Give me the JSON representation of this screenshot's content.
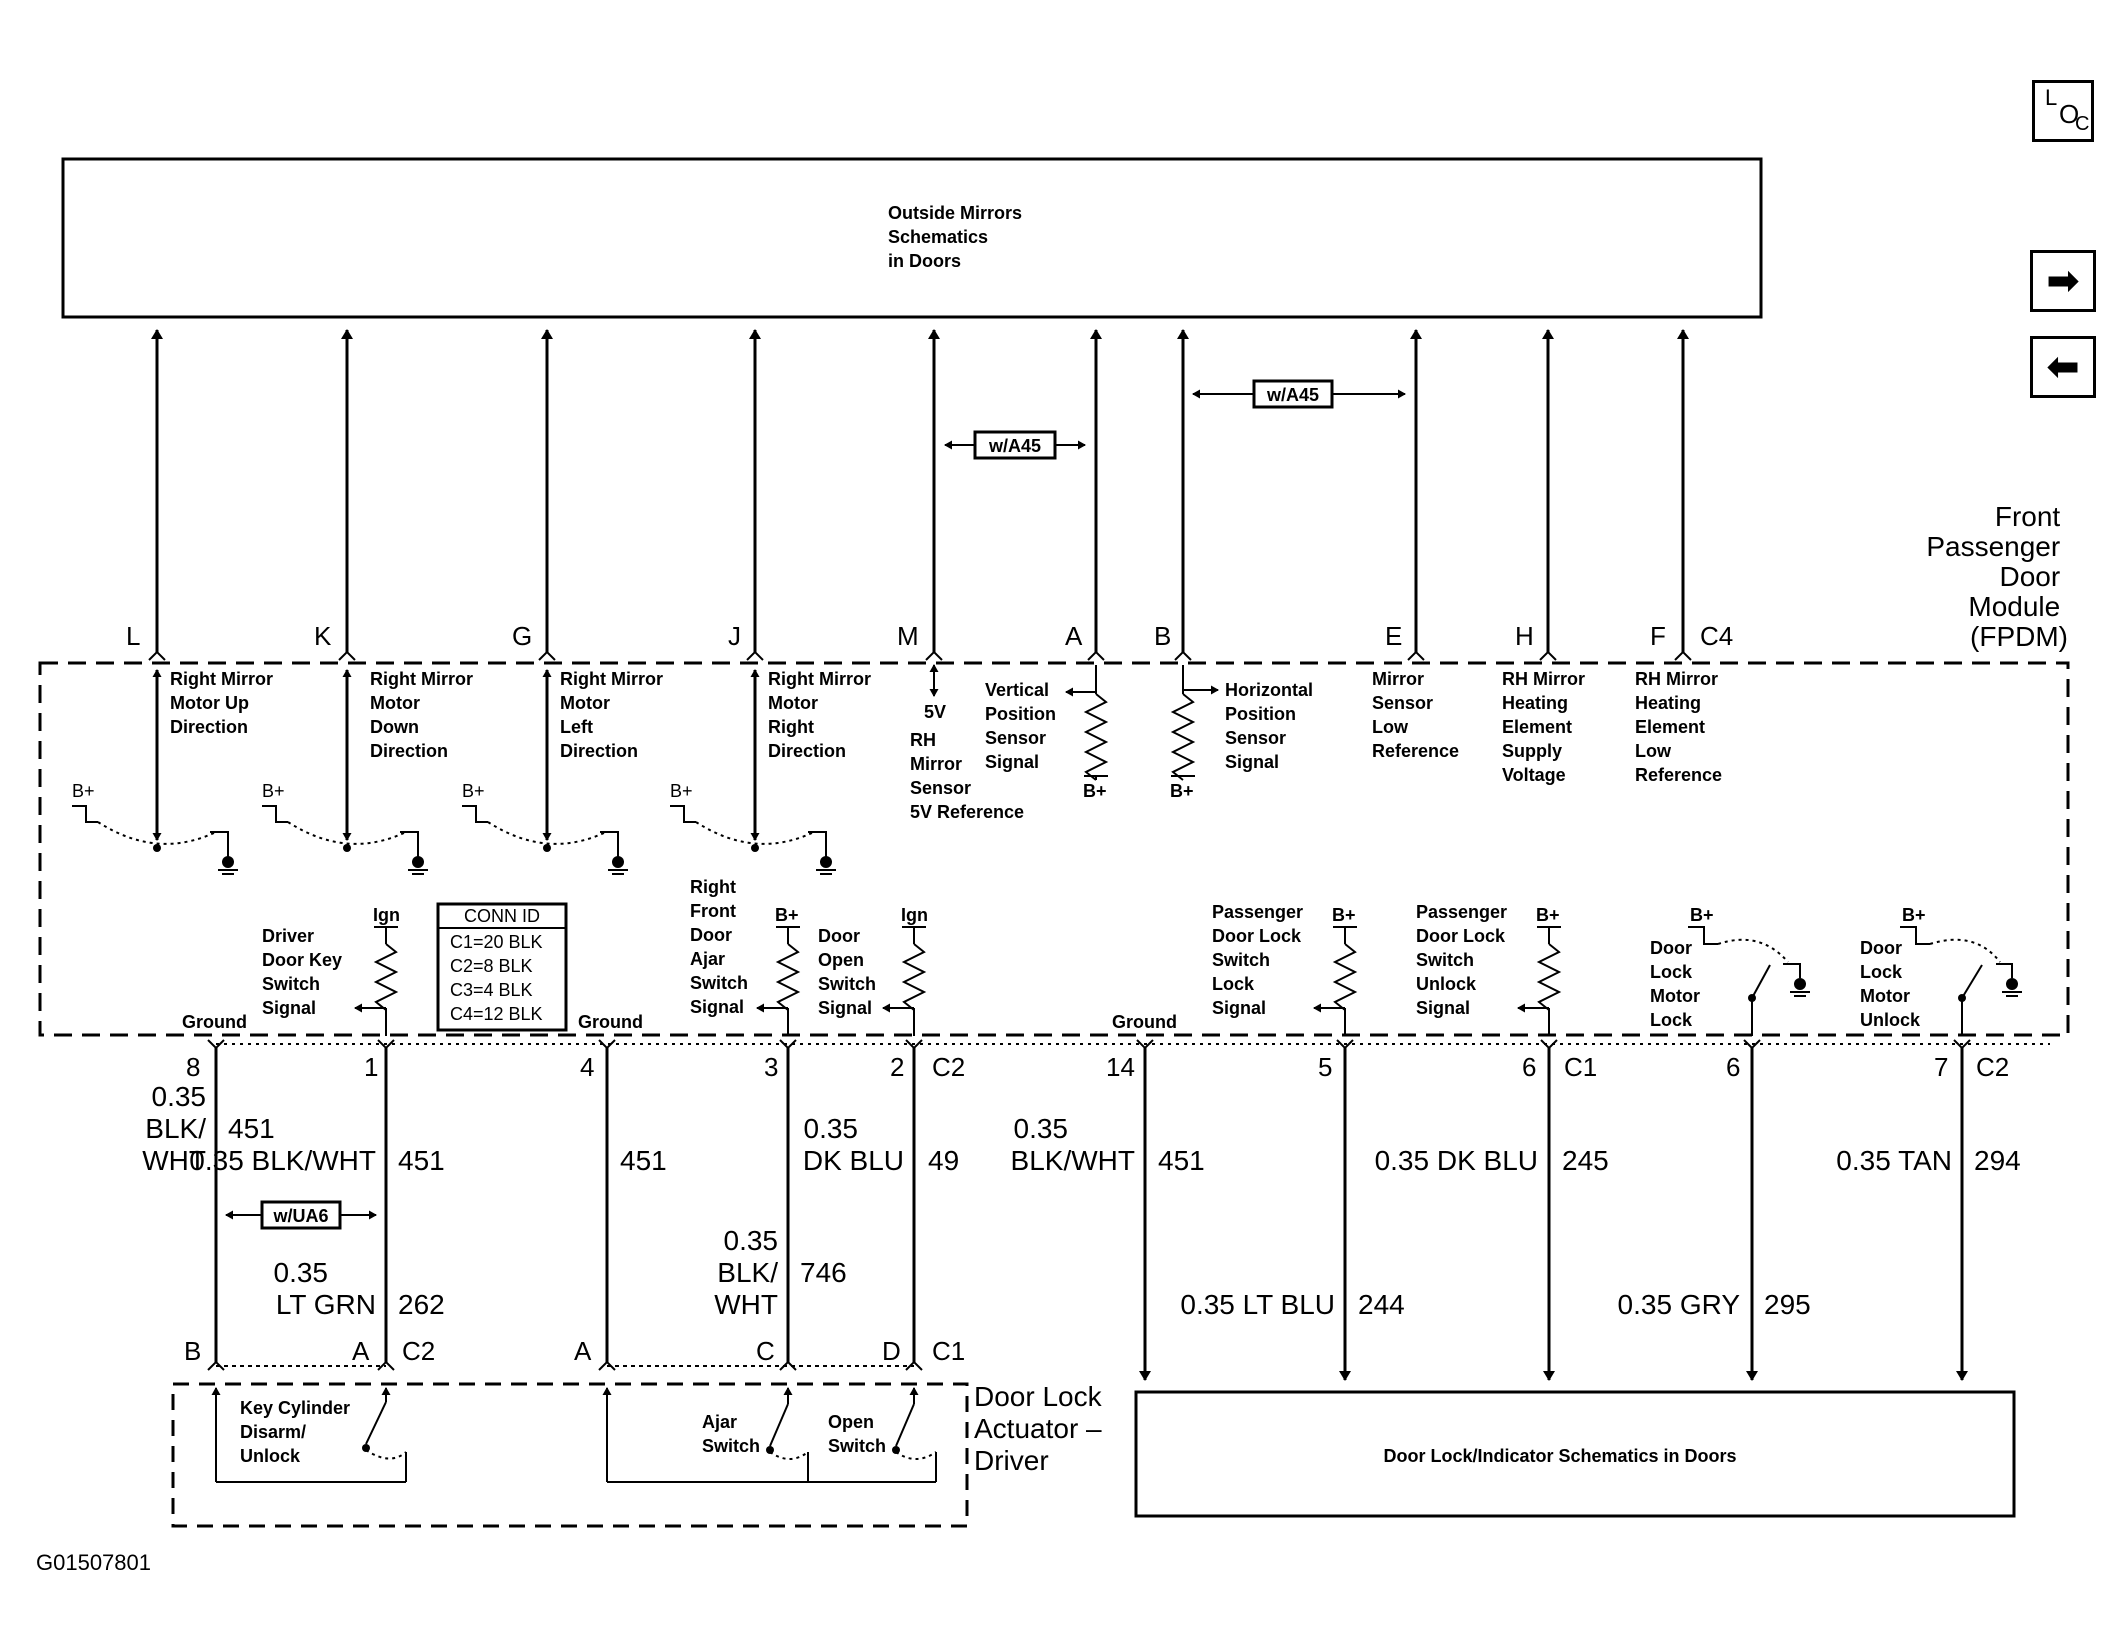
{
  "nav": {
    "loc": {
      "l": "L",
      "o": "O",
      "c": "C"
    },
    "next_icon": "arrow-right-icon",
    "prev_icon": "arrow-left-icon"
  },
  "top_box": [
    "Outside Mirrors",
    "Schematics",
    "in Doors"
  ],
  "bottom_box": "Door Lock/Indicator Schematics in Doors",
  "tag_a45": "w/A45",
  "tag_ua6": "w/UA6",
  "module": [
    "Front",
    "Passenger",
    "Door",
    "Module",
    "(FPDM)"
  ],
  "actuator": [
    "Door Lock",
    "Actuator –",
    "Driver"
  ],
  "figure_id": "G01507801",
  "top_pins": {
    "l": "L",
    "k": "K",
    "g": "G",
    "j": "J",
    "m": "M",
    "a": "A",
    "b": "B",
    "e": "E",
    "h": "H",
    "f": "F",
    "c4": "C4"
  },
  "labels": {
    "up": [
      "Right Mirror",
      "Motor Up",
      "Direction"
    ],
    "down": [
      "Right Mirror",
      "Motor",
      "Down",
      "Direction"
    ],
    "left": [
      "Right Mirror",
      "Motor",
      "Left",
      "Direction"
    ],
    "right": [
      "Right Mirror",
      "Motor",
      "Right",
      "Direction"
    ],
    "five_v": "5V",
    "rh5v": [
      "RH",
      "Mirror",
      "Sensor",
      "5V Reference"
    ],
    "vert": [
      "Vertical",
      "Position",
      "Sensor",
      "Signal"
    ],
    "horiz": [
      "Horizontal",
      "Position",
      "Sensor",
      "Signal"
    ],
    "low_ref": [
      "Mirror",
      "Sensor",
      "Low",
      "Reference"
    ],
    "heat_supply": [
      "RH Mirror",
      "Heating",
      "Element",
      "Supply",
      "Voltage"
    ],
    "heat_low": [
      "RH Mirror",
      "Heating",
      "Element",
      "Low",
      "Reference"
    ],
    "bplus": "B+",
    "ign": "Ign",
    "ground": "Ground",
    "driver_key": [
      "Driver",
      "Door Key",
      "Switch",
      "Signal"
    ],
    "conn_id": [
      "CONN ID",
      "C1=20 BLK",
      "C2=8 BLK",
      "C3=4 BLK",
      "C4=12 BLK"
    ],
    "rf_ajar": [
      "Right",
      "Front",
      "Door",
      "Ajar",
      "Switch",
      "Signal"
    ],
    "door_open": [
      "Door",
      "Open",
      "Switch",
      "Signal"
    ],
    "pass_lock": [
      "Passenger",
      "Door Lock",
      "Switch",
      "Lock",
      "Signal"
    ],
    "pass_unlock": [
      "Passenger",
      "Door Lock",
      "Switch",
      "Unlock",
      "Signal"
    ],
    "motor_lock": [
      "Door",
      "Lock",
      "Motor",
      "Lock"
    ],
    "motor_unlock": [
      "Door",
      "Lock",
      "Motor",
      "Unlock"
    ]
  },
  "bottom_pins": {
    "p8": "8",
    "p1": "1",
    "p4": "4",
    "p3": "3",
    "p2": "2",
    "c2a": "C2",
    "p14": "14",
    "p5": "5",
    "p6a": "6",
    "c1a": "C1",
    "p6b": "6",
    "p7": "7",
    "c2b": "C2"
  },
  "wires": {
    "w1": [
      "0.35",
      "BLK/",
      "WHT"
    ],
    "w1c": "451",
    "w2": "0.35 BLK/WHT",
    "w2c": "451",
    "w3": [
      "0.35",
      "DK BLU"
    ],
    "w3c": "49",
    "w4": [
      "0.35",
      "LT GRN"
    ],
    "w4c": "262",
    "w5": [
      "0.35",
      "BLK/",
      "WHT"
    ],
    "w5c": "746",
    "w6": [
      "0.35",
      "BLK/WHT"
    ],
    "w6c": "451",
    "w7": "0.35 DK BLU",
    "w7c": "245",
    "w8": "0.35 TAN",
    "w8c": "294",
    "w9": "0.35 LT BLU",
    "w9c": "244",
    "w10": "0.35 GRY",
    "w10c": "295"
  },
  "act_pins": {
    "b": "B",
    "a": "A",
    "c2": "C2",
    "a2": "A",
    "c": "C",
    "d": "D",
    "c1": "C1"
  },
  "act_labels": {
    "key": [
      "Key Cylinder",
      "Disarm/",
      "Unlock"
    ],
    "ajar": [
      "Ajar",
      "Switch"
    ],
    "open": [
      "Open",
      "Switch"
    ]
  }
}
